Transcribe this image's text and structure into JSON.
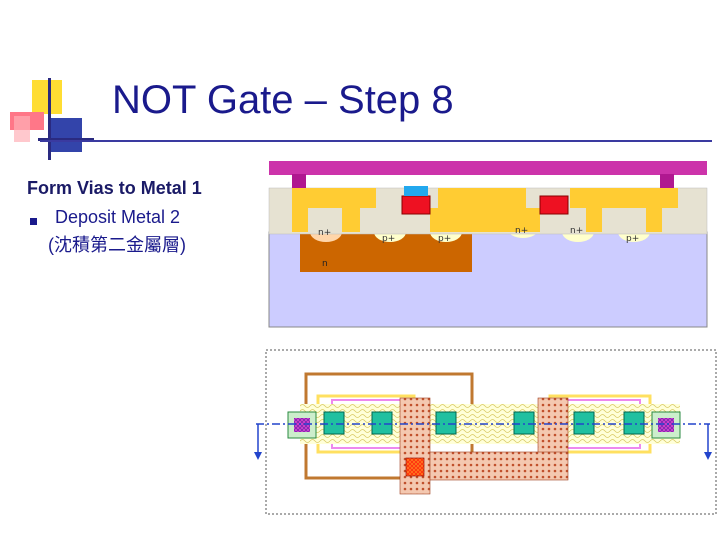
{
  "title": "NOT Gate – Step 8",
  "heading": "Form Vias to Metal 1",
  "bullet": {
    "text": "Deposit Metal 2",
    "subtext": "(沈積第二金屬層)"
  },
  "cross_section": {
    "labels": {
      "n_well": "n",
      "d1": "n+",
      "d2": "p+",
      "d3": "p+",
      "d4": "n+",
      "d5": "n+",
      "d6": "p+"
    }
  },
  "colors": {
    "title": "#1a1a8c",
    "metal2": "#cc33aa",
    "metal1": "#ffcc33",
    "poly": "#ee1122",
    "oxide": "#e6e2d2",
    "substrate": "#ccccff",
    "n_well": "#cc6600",
    "contact": "#22a8ee"
  }
}
